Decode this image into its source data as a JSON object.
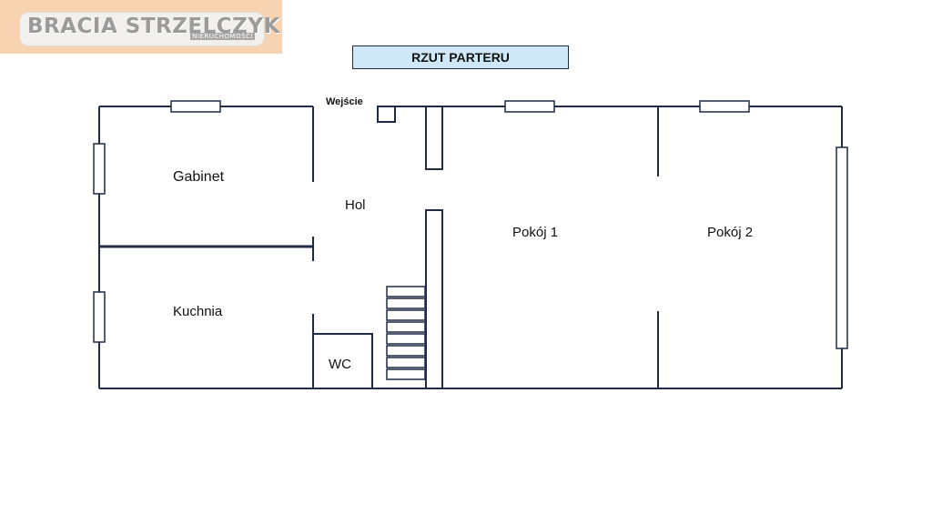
{
  "logo": {
    "brand": "BRACIA STRZELCZYK",
    "sub": "NIERUCHOMOŚCI"
  },
  "plan": {
    "title": "RZUT PARTERU",
    "entrance_label": "Wejście",
    "rooms": {
      "gabinet": "Gabinet",
      "hol": "Hol",
      "kuchnia": "Kuchnia",
      "wc": "WC",
      "pokoj1": "Pokój 1",
      "pokoj2": "Pokój 2"
    },
    "stair_steps": 8
  },
  "colors": {
    "logo_bg": "#f7d3b2",
    "title_bg": "#cfe8f7",
    "wall": "#1f2a44"
  }
}
